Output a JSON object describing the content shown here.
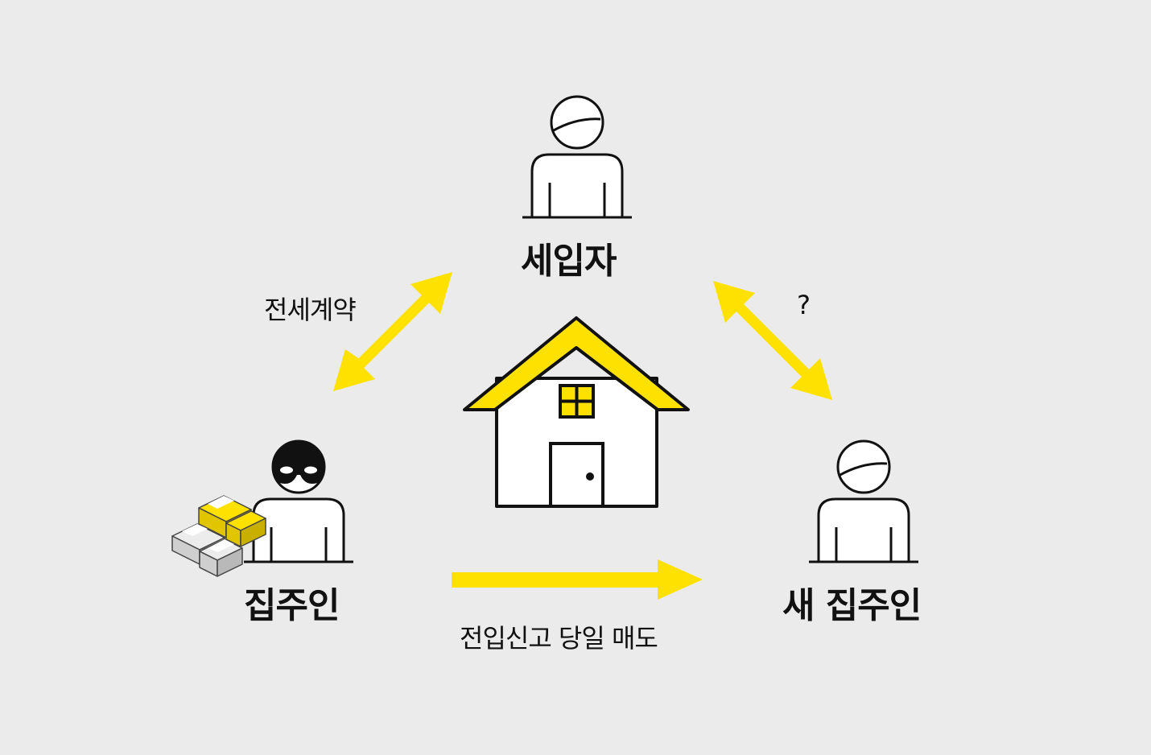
{
  "diagram": {
    "nodes": {
      "tenant": {
        "label": "세입자"
      },
      "landlord": {
        "label": "집주인"
      },
      "new_landlord": {
        "label": "새 집주인"
      }
    },
    "edges": {
      "tenant_landlord": {
        "label": "전세계약"
      },
      "tenant_new_landlord": {
        "label": "?"
      },
      "landlord_new_landlord": {
        "label": "전입신고 당일 매도"
      }
    },
    "center": {
      "icon": "house-icon"
    },
    "props": {
      "icon": "money-stack-icon"
    }
  },
  "colors": {
    "background": "#ebebeb",
    "accent": "#ffe100",
    "outline": "#111111",
    "fill": "#ffffff",
    "money_gray": "#d9d9d9"
  }
}
